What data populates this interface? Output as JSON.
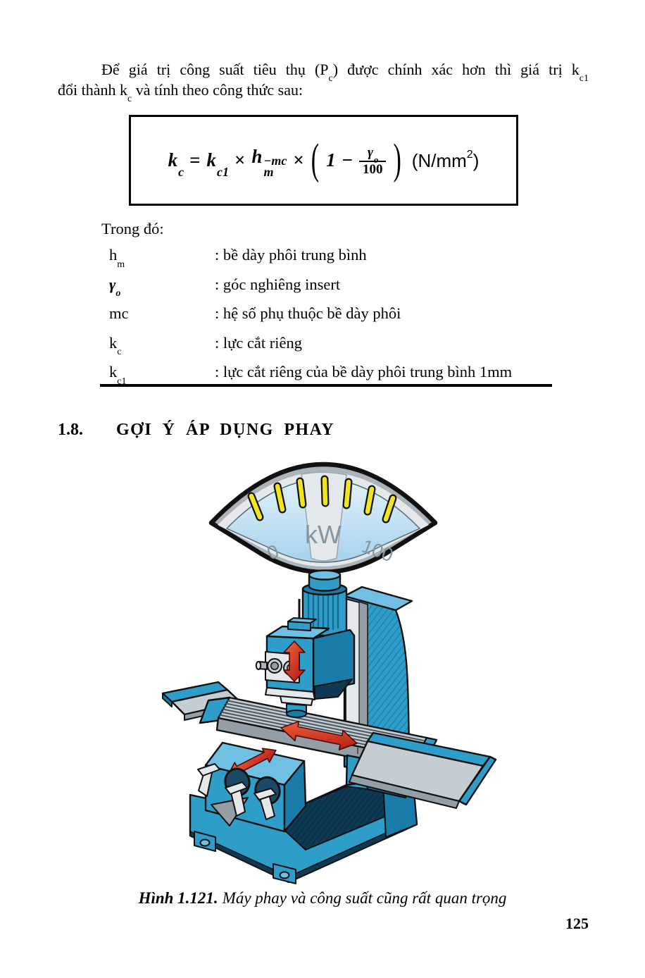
{
  "colors": {
    "paper": "#ffffff",
    "ink": "#111111",
    "blue": "#2E9DC8",
    "blueDark": "#1A7CA8",
    "blueLight": "#6FC0E2",
    "blueFace": "#BFE0F2",
    "navy": "#0E3A54",
    "gray": "#C5CDD3",
    "grayDark": "#939EA6",
    "grayLight": "#E4E8EA",
    "steel": "#A9B3B9",
    "yellow": "#F2E51F",
    "red": "#D9251C",
    "redLight": "#F2673F",
    "labelGray": "#8496A3"
  },
  "intro": {
    "seg1": "Để giá trị công suất tiêu thụ (P",
    "sub1": "c",
    "seg2": ") được chính xác hơn thì giá trị k",
    "sub2": "c1",
    "line2_seg1": "đổi thành k",
    "line2_sub": "c",
    "line2_seg2": " và tính theo công thức sau:"
  },
  "formula": {
    "lhs": "k",
    "lhs_sub": "c",
    "equals": "=",
    "k1": "k",
    "k1_sub": "c1",
    "times": "×",
    "h": "h",
    "h_sub": "m",
    "h_sup": "−mc",
    "open": "(",
    "one": "1",
    "minus": "−",
    "gamma": "γ",
    "gamma_sub": "o",
    "den": "100",
    "close": ")",
    "unit_open": "(N/mm",
    "unit_exp": "2",
    "unit_close": ")"
  },
  "where_label": "Trong đó:",
  "definitions": [
    {
      "term_base": "h",
      "term_sub": "m",
      "desc": ": bề dày phôi trung bình"
    },
    {
      "term_base": "γ",
      "term_sub": "o",
      "desc": ": góc nghiêng insert"
    },
    {
      "term_base": "mc",
      "term_sub": "",
      "desc": ": hệ số phụ thuộc bề dày phôi"
    },
    {
      "term_base": "k",
      "term_sub": "c",
      "desc": ": lực cắt riêng"
    },
    {
      "term_base": "k",
      "term_sub": "c1",
      "desc": ": lực cắt riêng của bề dày phôi trung bình 1mm"
    }
  ],
  "section": {
    "number": "1.8.",
    "title": "GỢI Ý ÁP DỤNG PHAY"
  },
  "figure": {
    "gauge": {
      "min_label": "0",
      "unit_label": "kW",
      "max_label": "100",
      "tick_count": 7
    },
    "caption_label": "Hình 1.121.",
    "caption_text": "Máy phay và công suất cũng rất quan trọng"
  },
  "page_number": "125"
}
